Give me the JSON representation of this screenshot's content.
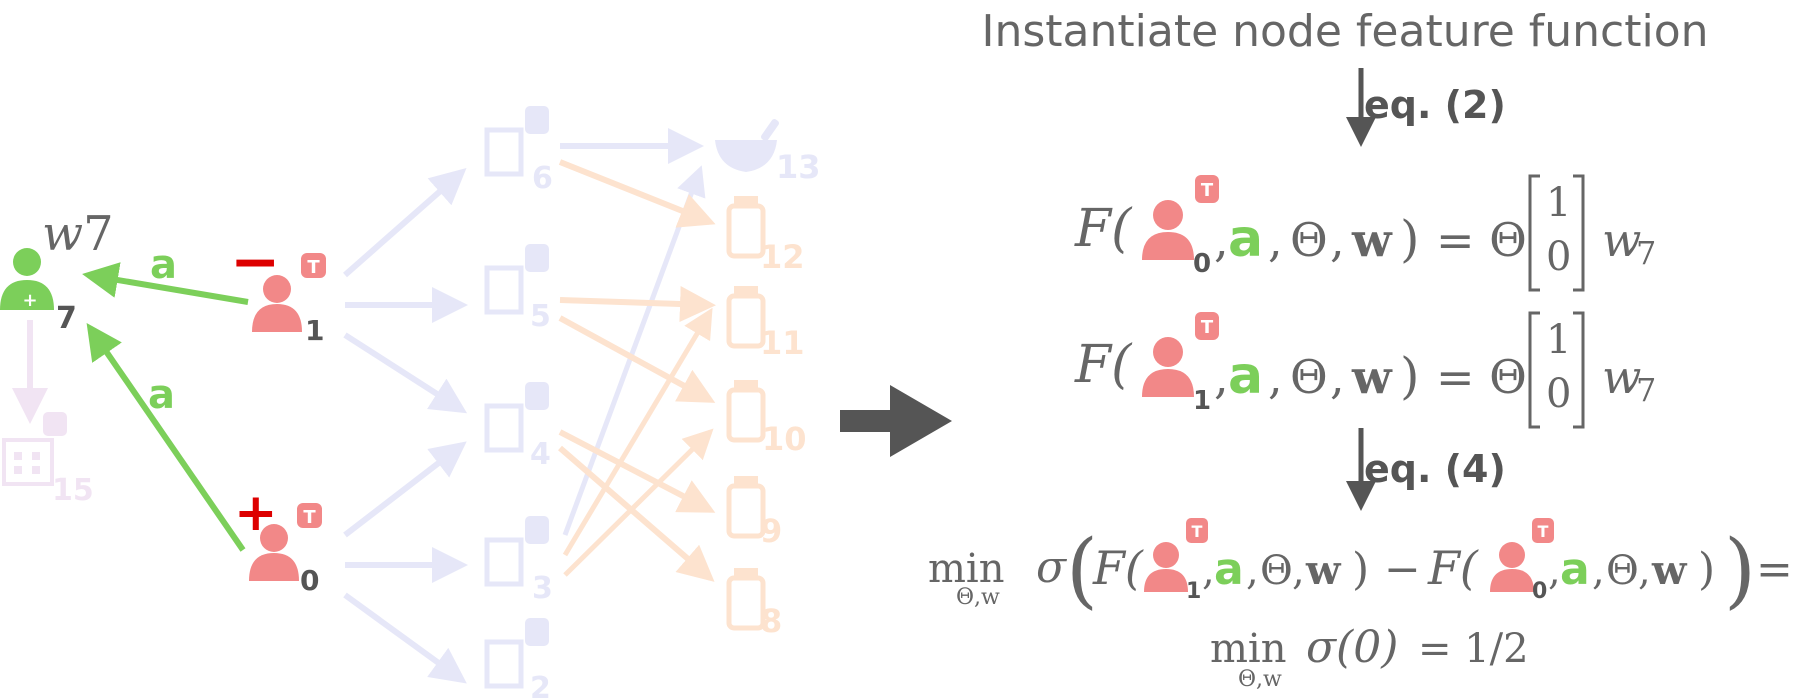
{
  "title": "Instantiate node feature function",
  "step1": "eq. (2)",
  "step2": "eq. (4)",
  "relation_label": "a",
  "target_badge": "T",
  "sign_negative": "−",
  "sign_positive": "+",
  "highlighted_nodes": [
    {
      "id": "7",
      "weight_label": "w7"
    },
    {
      "id": "1"
    },
    {
      "id": "0"
    }
  ],
  "faded_nodes": [
    "15",
    "6",
    "5",
    "4",
    "3",
    "2",
    "13",
    "12",
    "11",
    "10",
    "9",
    "8"
  ],
  "equations": {
    "F": "F(",
    "theta": "Θ",
    "w_bold": "w",
    "close": ")",
    "eq_rhs": "= Θ",
    "vec_top": "1",
    "vec_bottom": "0",
    "w7": "w",
    "w7_sub": "7",
    "min": "min",
    "min_sub": "Θ,w",
    "sigma": "σ",
    "minus": "−",
    "equals": "=",
    "sigma_zero": "σ(0)",
    "result": "= 1/2",
    "node0": "0",
    "node1": "1"
  },
  "colors": {
    "green": "#7ccf5a",
    "red": "#f28888",
    "sign_red": "#dd0000",
    "dark": "#555555",
    "faded_blue": "#e6e7f8",
    "faded_orange": "#fde3cf",
    "faded_purple": "#f1e4f3"
  },
  "icons": [
    "person-icon",
    "document-icon",
    "pill-bottle-icon",
    "mortar-icon",
    "hospital-icon",
    "big-arrow-icon"
  ]
}
